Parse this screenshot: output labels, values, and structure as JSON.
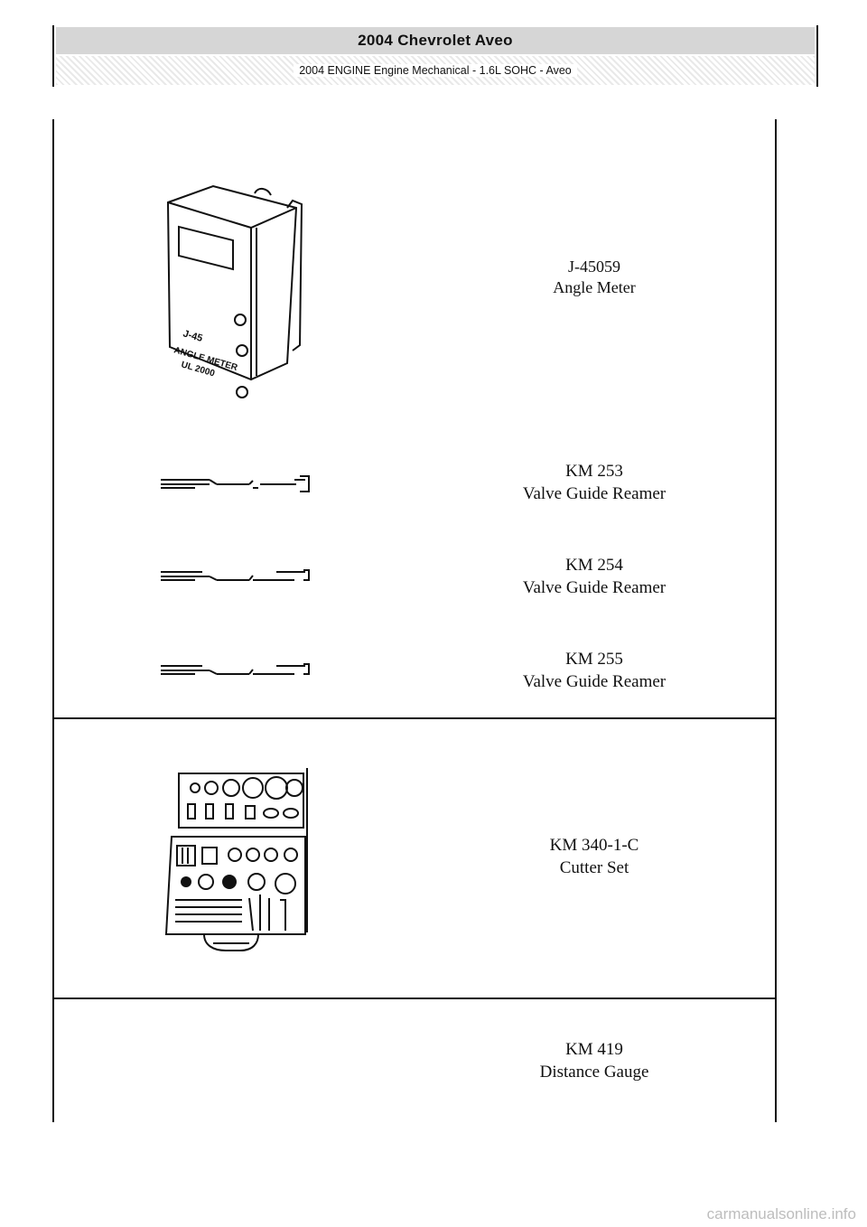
{
  "header": {
    "title": "2004 Chevrolet Aveo",
    "subtitle": "2004 ENGINE Engine Mechanical - 1.6L SOHC - Aveo"
  },
  "tools": [
    {
      "number": "J-45059",
      "name": "Angle Meter",
      "illustration_text": [
        "J-45",
        "ANGLE METER",
        "UL 2000"
      ]
    },
    {
      "number": "KM 253",
      "name": "Valve Guide Reamer"
    },
    {
      "number": "KM 254",
      "name": "Valve Guide Reamer"
    },
    {
      "number": "KM 255",
      "name": "Valve Guide Reamer"
    },
    {
      "number": "KM 340-1-C",
      "name": "Cutter Set"
    },
    {
      "number": "KM 419",
      "name": "Distance Gauge"
    }
  ],
  "footer": {
    "watermark": "carmanualsonline.info"
  }
}
